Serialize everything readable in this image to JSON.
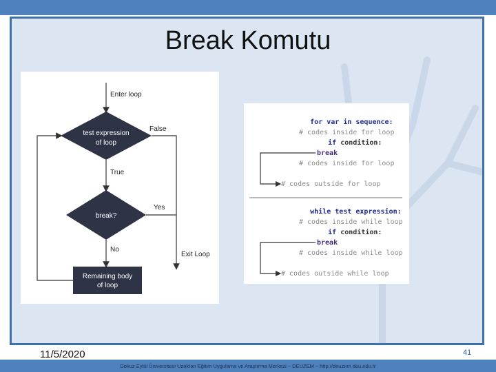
{
  "slide": {
    "title": "Break Komutu",
    "date": "11/5/2020",
    "page_number": "41",
    "footer": "Dokuz Eylül Üniversitesi Uzaktan Eğitim Uygulama ve Araştırma Merkezi – DEUZEM – http://deuzem.deu.edu.tr"
  },
  "flowchart": {
    "enter_loop": "Enter loop",
    "test_expression": [
      "test expression",
      "of loop"
    ],
    "false_label": "False",
    "true_label": "True",
    "break_question": "break?",
    "yes_label": "Yes",
    "no_label": "No",
    "exit_loop": "Exit Loop",
    "remaining_body": [
      "Remaining body",
      "of loop"
    ]
  },
  "code": {
    "for_block": {
      "kw_for": "for",
      "var": " var ",
      "kw_in": "in",
      "seq": " sequence:",
      "comment1": "# codes inside for loop",
      "kw_if": "if",
      "cond": " condition:",
      "kw_break": "break",
      "comment2": "# codes inside for loop",
      "comment3": "# codes outside for loop"
    },
    "while_block": {
      "kw_while": "while",
      "expr": " test expression:",
      "comment1": "# codes inside while loop",
      "kw_if": "if",
      "cond": " condition:",
      "kw_break": "break",
      "comment2": "# codes inside while loop",
      "comment3": "# codes outside while loop"
    }
  },
  "colors": {
    "accent": "#4f81bd",
    "diamond": "#2e3346",
    "keyword": "#1f2d8f",
    "comment": "#8a8a8a",
    "break_keyword": "#4a2f7a"
  }
}
